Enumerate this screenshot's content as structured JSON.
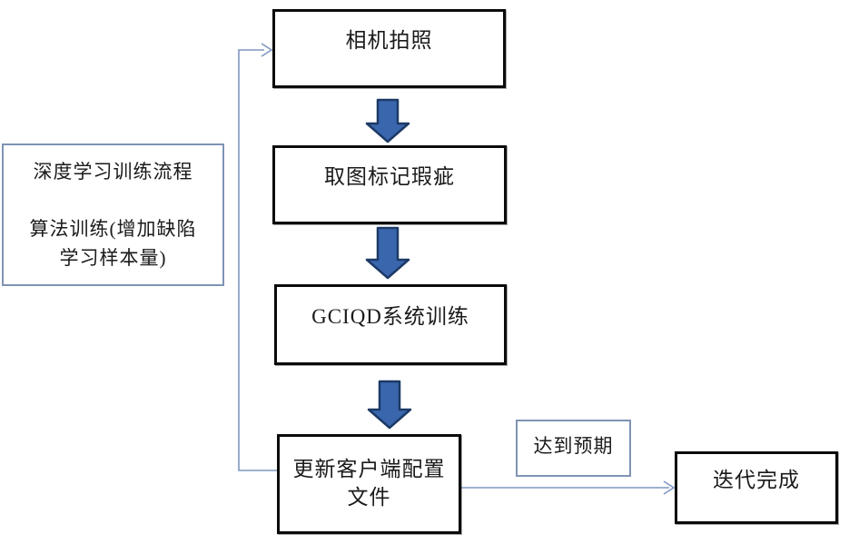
{
  "flow": {
    "camera": "相机拍照",
    "mark_defects": "取图标记瑕疵",
    "system_training": "GCIQD系统训练",
    "update_config": [
      "更新客户端配置",
      "文件"
    ],
    "iteration_done": "迭代完成"
  },
  "labels": {
    "expectation": "达到预期",
    "side_note": [
      "深度学习训练流程",
      "",
      "算法训练(增加缺陷",
      "学习样本量)"
    ]
  },
  "colors": {
    "box_border": "#0b0b0b",
    "arrow_fill": "#3a66ad",
    "arrow_stroke": "#1c3a66",
    "connector": "#7f97c1",
    "note_border": "#7f93b4",
    "text": "#1a1a1a",
    "background": "#ffffff"
  }
}
